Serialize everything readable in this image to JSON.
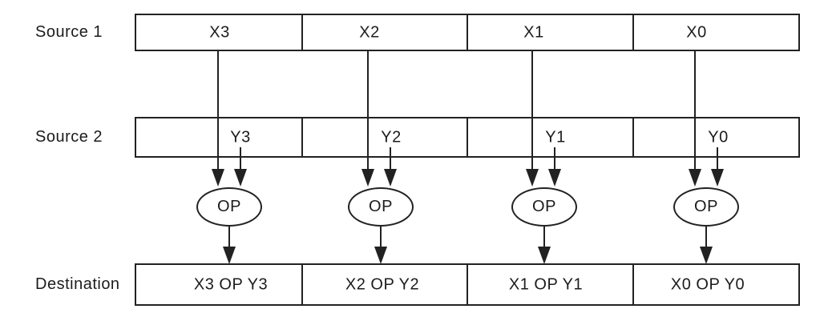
{
  "rows": {
    "source1": {
      "label": "Source 1",
      "cells": [
        "X3",
        "X2",
        "X1",
        "X0"
      ]
    },
    "source2": {
      "label": "Source 2",
      "cells": [
        "Y3",
        "Y2",
        "Y1",
        "Y0"
      ]
    },
    "destination": {
      "label": "Destination",
      "cells": [
        "X3 OP Y3",
        "X2 OP Y2",
        "X1 OP Y1",
        "X0 OP Y0"
      ]
    }
  },
  "operators": [
    "OP",
    "OP",
    "OP",
    "OP"
  ],
  "colors": {
    "line": "#222222",
    "text": "#1c1c1c",
    "background": "#ffffff"
  }
}
